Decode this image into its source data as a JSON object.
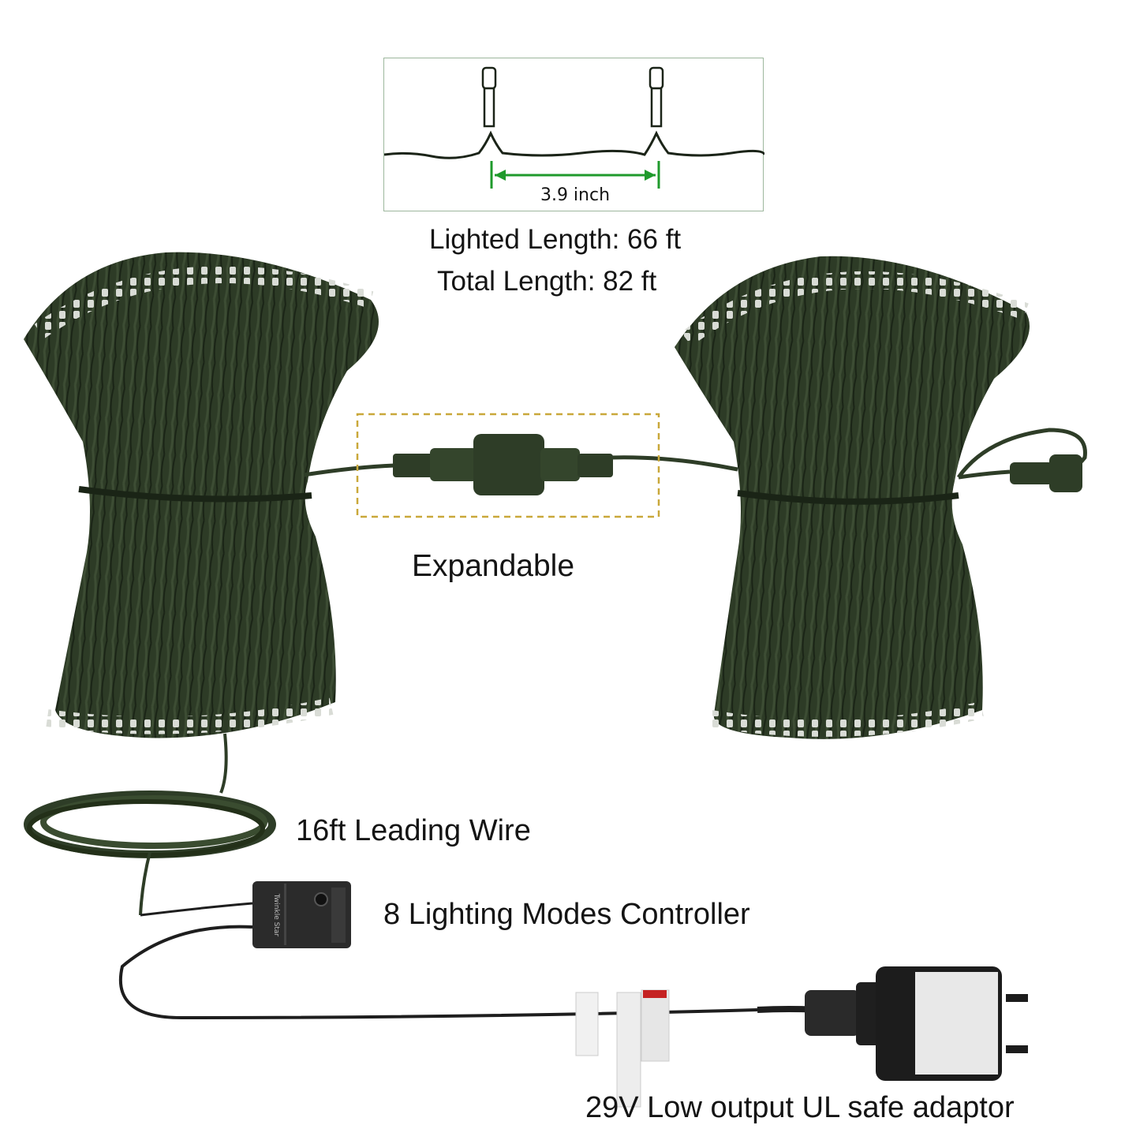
{
  "spacing_diagram": {
    "spacing_label": "3.9 inch",
    "accent_color": "#1f9a2c"
  },
  "specs": {
    "lighted_length": "Lighted Length: 66 ft",
    "total_length": "Total Length: 82 ft"
  },
  "callouts": {
    "expandable": "Expandable",
    "leading_wire": "16ft Leading Wire",
    "controller": "8 Lighting Modes Controller",
    "adaptor": "29V Low output UL safe adaptor"
  },
  "controller_device": {
    "brand": "Twinkle Star"
  },
  "colors": {
    "wire_green": "#2e3d27",
    "bundle_dark": "#1f2b1a",
    "highlight_box": "#c9a83a"
  }
}
